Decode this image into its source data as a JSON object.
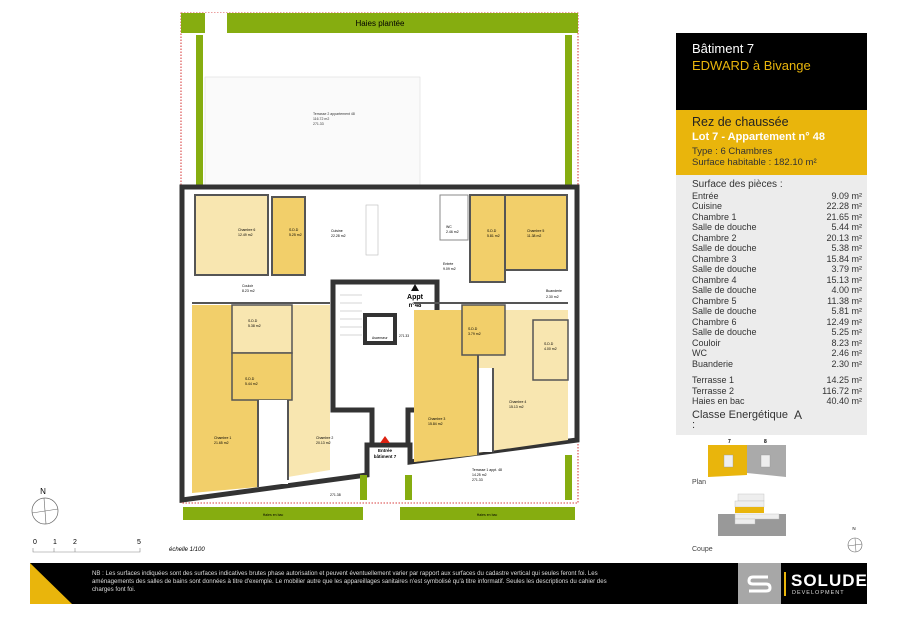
{
  "header": {
    "building": "Bâtiment 7",
    "project": "EDWARD à Bivange",
    "level": "Rez de chaussée",
    "lot": "Lot 7 - Appartement n° 48",
    "type": "Type : 6 Chambres",
    "surface_habitable": "Surface habitable : 182.10 m²"
  },
  "rooms_title": "Surface des pièces :",
  "rooms": [
    {
      "name": "Entrée",
      "area": "9.09 m²"
    },
    {
      "name": "Cuisine",
      "area": "22.28 m²"
    },
    {
      "name": "Chambre 1",
      "area": "21.65 m²"
    },
    {
      "name": "Salle de douche",
      "area": "5.44 m²"
    },
    {
      "name": "Chambre 2",
      "area": "20.13 m²"
    },
    {
      "name": "Salle de douche",
      "area": "5.38 m²"
    },
    {
      "name": "Chambre 3",
      "area": "15.84 m²"
    },
    {
      "name": "Salle de douche",
      "area": "3.79 m²"
    },
    {
      "name": "Chambre 4",
      "area": "15.13 m²"
    },
    {
      "name": "Salle de douche",
      "area": "4.00 m²"
    },
    {
      "name": "Chambre 5",
      "area": "11.38 m²"
    },
    {
      "name": "Salle de douche",
      "area": "5.81 m²"
    },
    {
      "name": "Chambre 6",
      "area": "12.49 m²"
    },
    {
      "name": "Salle de douche",
      "area": "5.25 m²"
    },
    {
      "name": "Couloir",
      "area": "8.23 m²"
    },
    {
      "name": "WC",
      "area": "2.46 m²"
    },
    {
      "name": "Buanderie",
      "area": "2.30 m²"
    }
  ],
  "exterior": [
    {
      "name": "Terrasse 1",
      "area": "14.25 m²"
    },
    {
      "name": "Terrasse 2",
      "area": "116.72 m²"
    },
    {
      "name": "Haies en bac",
      "area": "40.40 m²"
    }
  ],
  "energy": {
    "label": "Classe Energétique :",
    "value": "A"
  },
  "plan_labels": {
    "hedge_top": "Haies plantée",
    "hedge_bac": "Haies en bac",
    "terrasse2": "Terrasse 2 appartement 48",
    "terrasse2_area": "116.72 m2",
    "terrasse1": "Terrasse 1 appt. 48",
    "terrasse1_area": "14.25 m2",
    "elev1": "271.33",
    "elev2": "271.38",
    "chambre6": "Chambre 6",
    "chambre6_area": "12.49 m2",
    "sdd6": "S.D.D",
    "sdd6_area": "5.25 m2",
    "cuisine": "Cuisine",
    "cuisine_area": "22.28 m2",
    "couloir": "Couloir",
    "couloir_area": "8.23 m2",
    "wc": "WC",
    "wc_area": "2.46 m2",
    "sdd5": "S.D.D",
    "sdd5_area": "5.81 m2",
    "chambre5": "Chambre 5",
    "chambre5_area": "11.38 m2",
    "entree": "Entrée",
    "entree_area": "9.09 m2",
    "buanderie": "Buanderie",
    "buanderie_area": "2.30 m2",
    "sdd2": "S.D.D",
    "sdd2_area": "5.38 m2",
    "sdd1": "S.D.D",
    "sdd1_area": "5.44 m2",
    "chambre1": "Chambre 1",
    "chambre1_area": "21.65 m2",
    "chambre2": "Chambre 2",
    "chambre2_area": "20.13 m2",
    "sdd3": "S.D.D",
    "sdd3_area": "3.79 m2",
    "sdd4": "S.D.D",
    "sdd4_area": "4.00 m2",
    "chambre3": "Chambre 3",
    "chambre3_area": "15.84 m2",
    "chambre4": "Chambre 4",
    "chambre4_area": "15.13 m2",
    "ascenseur": "Ascenseur",
    "appt": "Appt",
    "appt_no": "n°48",
    "entree_bat": "Entrée",
    "entree_bat2": "bâtiment 7"
  },
  "scale": {
    "north": "N",
    "ticks": [
      "0",
      "1",
      "2",
      "5"
    ],
    "label": "échelle 1/100"
  },
  "keyplan": {
    "plan_label": "Plan",
    "coupe_label": "Coupe",
    "bldg_a": "7",
    "bldg_b": "8",
    "north": "N"
  },
  "footer": {
    "note": "NB : Les surfaces indiquées sont des surfaces indicatives brutes phase autorisation et peuvent éventuellement varier par rapport aux surfaces du cadastre vertical qui seules feront foi. Les aménagements des salles de bains sont données à titre d'exemple. Le mobilier autre que les appareillages sanitaires n'est symbolisé qu'à titre informatif. Seules les descriptions du cahier des charges font foi.",
    "brand": "SOLUDEC",
    "brand_sub": "DEVELOPMENT"
  },
  "colors": {
    "accent": "#e9b50c",
    "room_dark": "#f2cf6a",
    "room_light": "#f8e6b0",
    "hedge": "#86ad10",
    "wall": "#333333"
  }
}
